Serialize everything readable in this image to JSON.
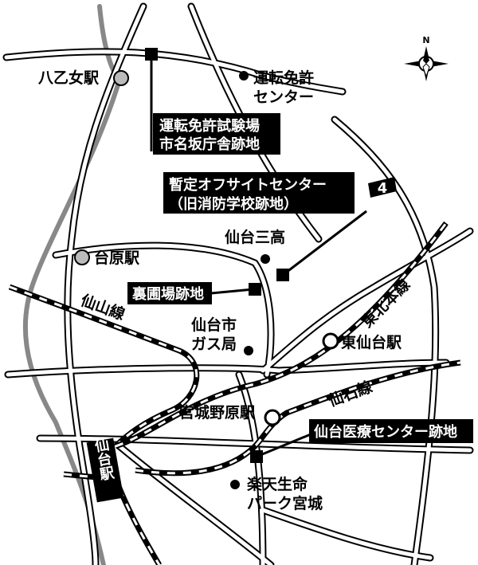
{
  "stations": [
    {
      "id": "yaotome",
      "label": "八乙女駅",
      "kind": "gray"
    },
    {
      "id": "daihara",
      "label": "台原駅",
      "kind": "gray"
    },
    {
      "id": "higashisendai",
      "label": "東仙台駅",
      "kind": "white"
    },
    {
      "id": "miyaginohara",
      "label": "宮城野原駅",
      "kind": "white"
    }
  ],
  "rail_lines": {
    "senzan": "仙山線",
    "tohoku": "東北本線",
    "senseki": "仙石線"
  },
  "vertical_label": "仙台駅",
  "landmarks": {
    "driving_center": [
      "運転免許",
      "センター"
    ],
    "sendai_sanko": "仙台三高",
    "gas_bureau": [
      "仙台市",
      "ガス局"
    ],
    "rakuten_park": [
      "楽天生命",
      "パーク宮城"
    ]
  },
  "sites": {
    "site1": [
      "運転免許試験場",
      "市名坂庁舎跡地"
    ],
    "site2": [
      "暫定オフサイトセンター",
      "（旧消防学校跡地）"
    ],
    "site3": "裏圃場跡地",
    "site4": "仙台医療センター跡地"
  },
  "route_badge": "4",
  "compass": {
    "north": "N",
    "icon": "compass-rose-icon"
  },
  "colors": {
    "ink": "#000000",
    "paper": "#ffffff",
    "river": "#888888",
    "station_gray": "#bbbbbb"
  }
}
